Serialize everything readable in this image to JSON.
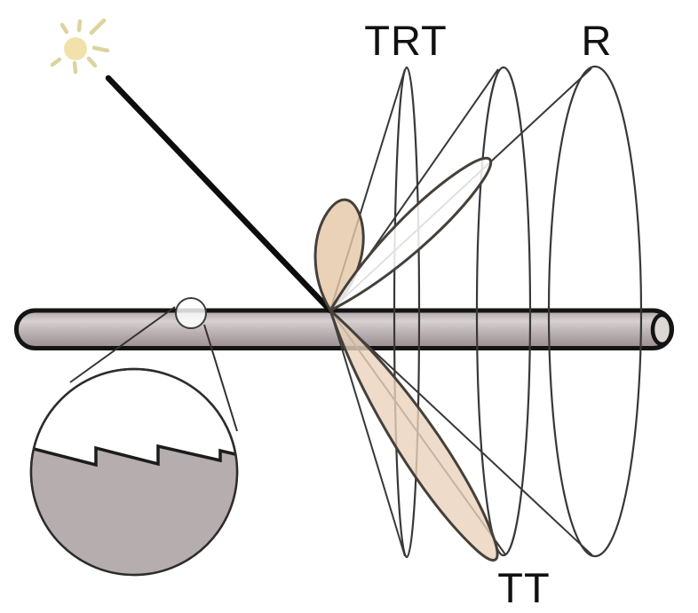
{
  "diagram": {
    "labels": {
      "cone_trt": "TRT",
      "cone_r": "R",
      "cone_tt": "TT"
    },
    "icons": {
      "sun": "sun-icon",
      "magnifier": "magnifier-circle-icon"
    },
    "colors": {
      "background": "#ffffff",
      "label_color": "#111111",
      "cone_line": "#383838",
      "lobe_outline": "#45403a",
      "lobe_fill_tan": "#e4c7a6",
      "lobe_fill_tan_light": "#ead2bb",
      "lobe_fill_white": "#ffffff",
      "incident_ray": "#0d0d0d",
      "rod_outline": "#141414",
      "rod_light": "#d7d1d1",
      "rod_mid": "#b3a8ab",
      "rod_dark": "#9b8f92",
      "end_cap_fill": "#dcd6d4",
      "inset_gray": "#b6adae",
      "step_line": "#1c1c1c",
      "sun_disc": "#f1e2ab",
      "sun_rays": "#dbd4a0"
    }
  }
}
